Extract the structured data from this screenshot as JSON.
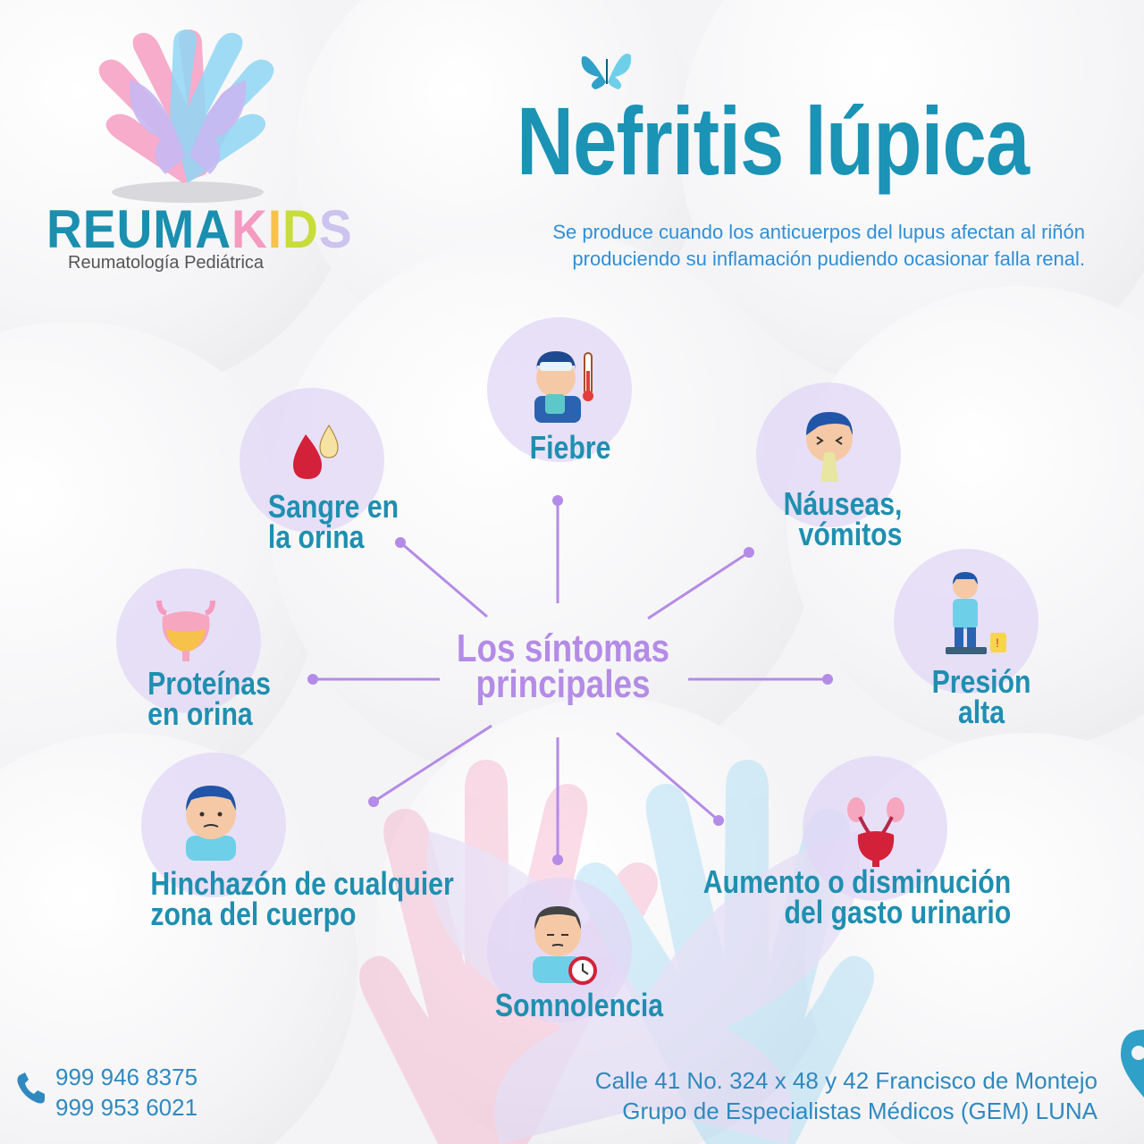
{
  "logo": {
    "brand_reuma": "REUMA",
    "brand_kids": [
      "K",
      "I",
      "D",
      "S"
    ],
    "subtitle": "Reumatología Pediátrica",
    "colors": {
      "reuma": "#1a8fb0",
      "k": "#f59ac0",
      "i": "#f7c24a",
      "d": "#c8dc3a",
      "s": "#cdc3ef"
    }
  },
  "header": {
    "title": "Nefritis lúpica",
    "description_line1": "Se produce cuando los anticuerpos del lupus afectan al riñón",
    "description_line2": "produciendo su inflamación pudiendo ocasionar falla renal."
  },
  "center": {
    "line1": "Los síntomas",
    "line2": "principales"
  },
  "symptoms": {
    "fiebre": {
      "line1": "Fiebre",
      "icon": "fever-icon"
    },
    "sangre": {
      "line1": "Sangre en",
      "line2": "la orina",
      "icon": "blood-drop-icon"
    },
    "nauseas": {
      "line1": "Náuseas,",
      "line2": "vómitos",
      "icon": "vomit-icon"
    },
    "proteinas": {
      "line1": "Proteínas",
      "line2": "en orina",
      "icon": "bladder-icon"
    },
    "presion": {
      "line1": "Presión",
      "line2": "alta",
      "icon": "blood-pressure-icon"
    },
    "hinchazon": {
      "line1": "Hinchazón de cualquier",
      "line2": "zona del cuerpo",
      "icon": "swollen-face-icon"
    },
    "urinario": {
      "line1": "Aumento o disminución",
      "line2": "del gasto urinario",
      "icon": "kidney-icon"
    },
    "somnolencia": {
      "line1": "Somnolencia",
      "icon": "sleepy-icon"
    }
  },
  "contact": {
    "phone1": "999 946 8375",
    "phone2": "999 953 6021",
    "address_line1": "Calle 41 No. 324 x 48 y 42 Francisco de Montejo",
    "address_line2": "Grupo de Especialistas Médicos (GEM) LUNA"
  },
  "colors": {
    "accent": "#1a93b5",
    "center": "#b48be6",
    "connector": "#b48be6",
    "circle": "#e3d8f5"
  }
}
